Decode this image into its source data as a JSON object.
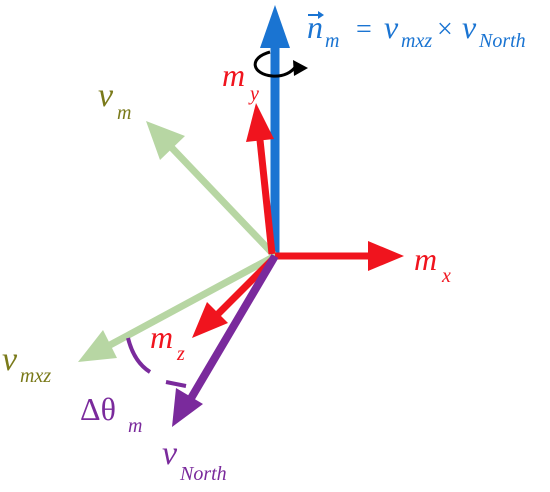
{
  "equation": {
    "lhs": "n",
    "lhs_sub": "m",
    "equals": "=",
    "term1": "v",
    "term1_sub": "mxz",
    "cross": "×",
    "term2": "v",
    "term2_sub": "North"
  },
  "labels": {
    "m_y": {
      "base": "m",
      "sub": "y"
    },
    "m_x": {
      "base": "m",
      "sub": "x"
    },
    "m_z": {
      "base": "m",
      "sub": "z"
    },
    "v_m": {
      "base": "v",
      "sub": "m"
    },
    "v_mxz": {
      "base": "v",
      "sub": "mxz"
    },
    "v_north": {
      "base": "v",
      "sub": "North"
    },
    "delta_theta": {
      "base": "Δθ",
      "sub": "m"
    }
  },
  "colors": {
    "blue": "#1a74d2",
    "red": "#f0141e",
    "green": "#b7d6a3",
    "purple": "#7a2a9c",
    "olive": "#7a7a1a",
    "black": "#000000"
  },
  "icons": {
    "rotation": "rotation-arrow-icon"
  }
}
